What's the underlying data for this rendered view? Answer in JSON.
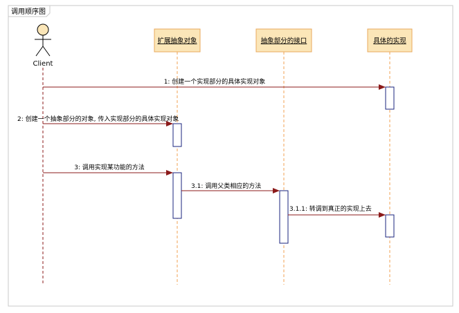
{
  "frame": {
    "title": "调用顺序图"
  },
  "actor": {
    "name": "Client"
  },
  "lifelines": [
    {
      "label": "扩展抽象对象"
    },
    {
      "label": "抽象部分的接口"
    },
    {
      "label": "具体的实现"
    }
  ],
  "messages": [
    {
      "text": "1: 创建一个实现部分的具体实现对象"
    },
    {
      "text": "2: 创建一个抽象部分的对象, 传入实现部分的具体实现对象"
    },
    {
      "text": "3: 调用实现某功能的方法"
    },
    {
      "text": "3.1: 调用父类相应的方法"
    },
    {
      "text": "3.1.1: 转调到真正的实现上去"
    }
  ],
  "colors": {
    "participant_fill": "#fbe6b8",
    "participant_border": "#e8a95c",
    "lifeline": "#f0a050",
    "client_lifeline": "#8b1a1a",
    "message": "#8b1a1a",
    "activation_border": "#1a237e"
  }
}
